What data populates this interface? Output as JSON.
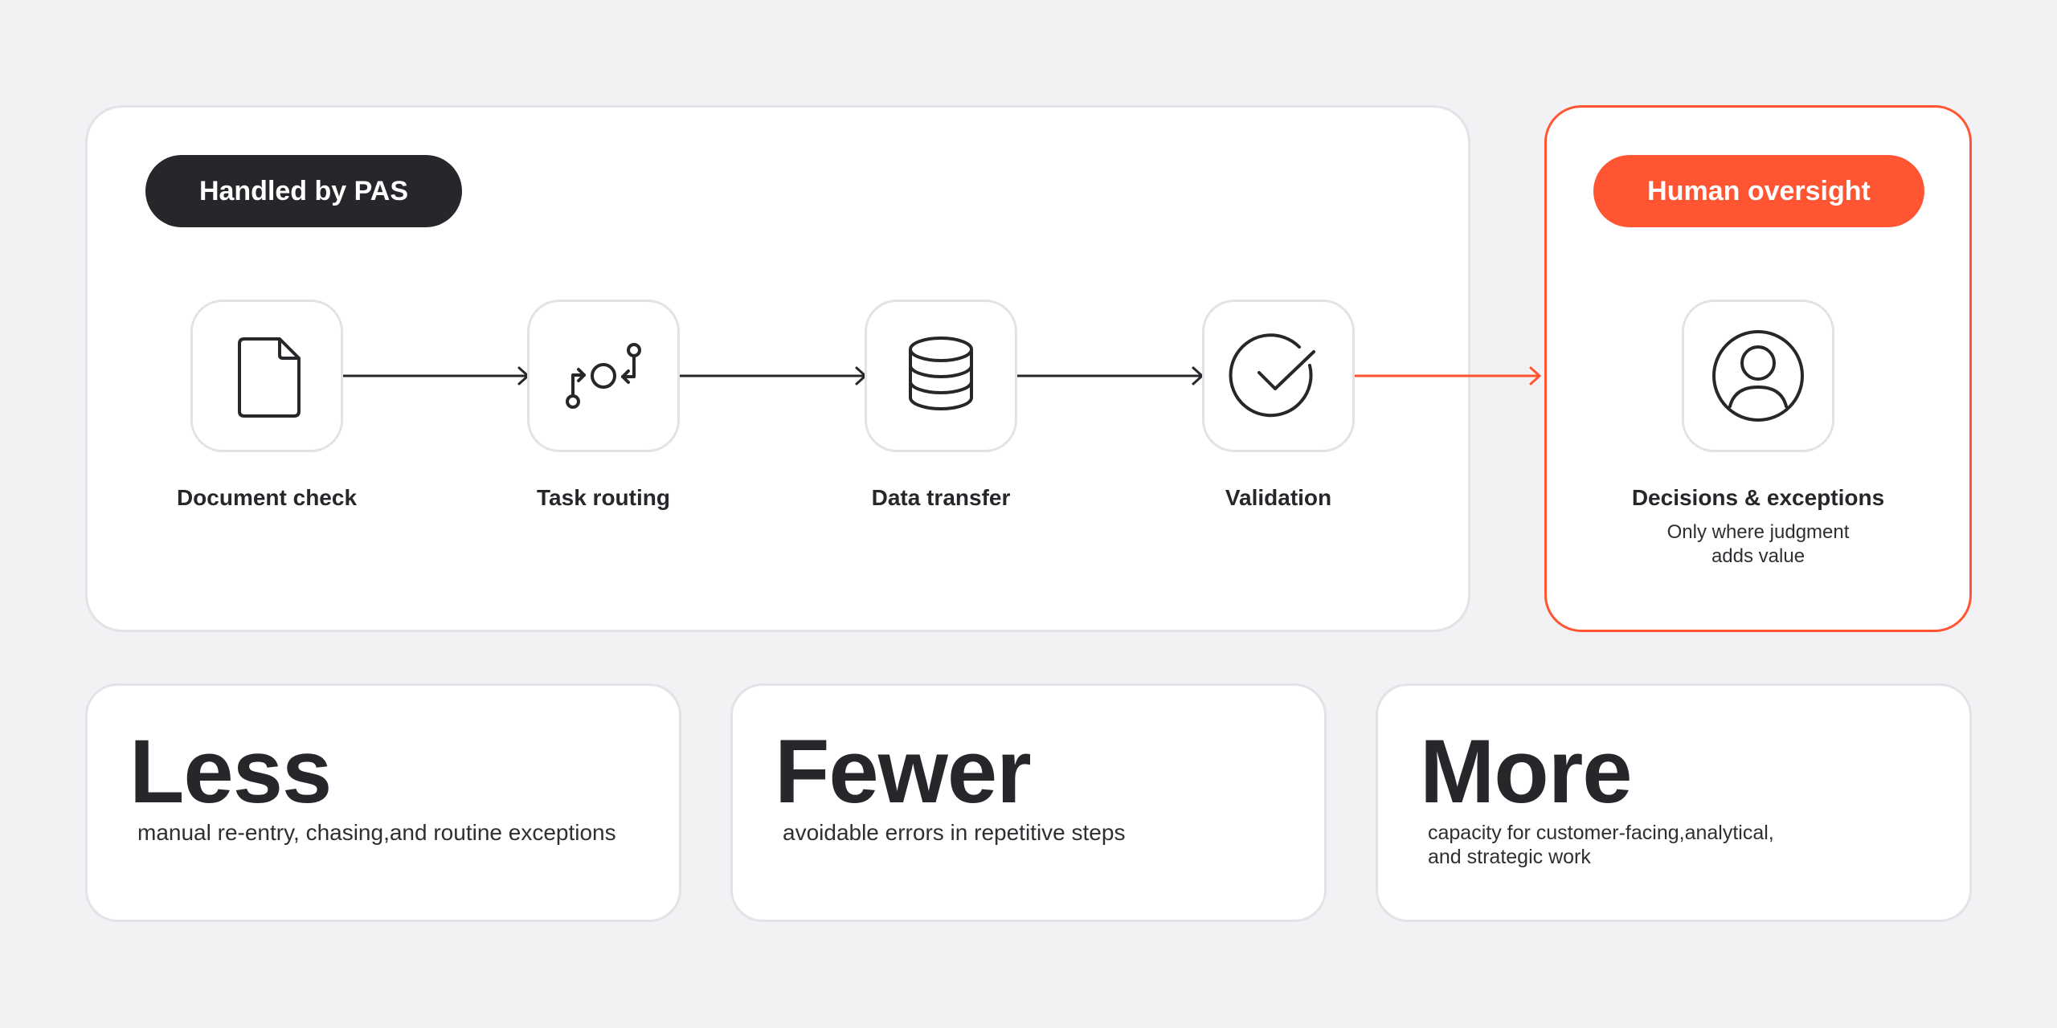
{
  "handled": {
    "badge": "Handled by PAS",
    "steps": [
      {
        "label": "Document check",
        "icon": "document-icon"
      },
      {
        "label": "Task routing",
        "icon": "routing-icon"
      },
      {
        "label": "Data transfer",
        "icon": "database-icon"
      },
      {
        "label": "Validation",
        "icon": "check-circle-icon"
      }
    ]
  },
  "oversight": {
    "badge": "Human oversight",
    "label": "Decisions & exceptions",
    "subtitle_line1": "Only where judgment",
    "subtitle_line2": "adds value",
    "icon": "user-icon"
  },
  "benefits": [
    {
      "title": "Less",
      "text": "manual re-entry, chasing,and routine exceptions"
    },
    {
      "title": "Fewer",
      "text": "avoidable errors in repetitive steps"
    },
    {
      "title": "More",
      "text_line1": "capacity for customer-facing,analytical,",
      "text_line2": "and strategic work"
    }
  ],
  "colors": {
    "accent": "#ff5533",
    "dark": "#27262b",
    "border": "#e3e2e6",
    "background": "#f2f1f4"
  }
}
